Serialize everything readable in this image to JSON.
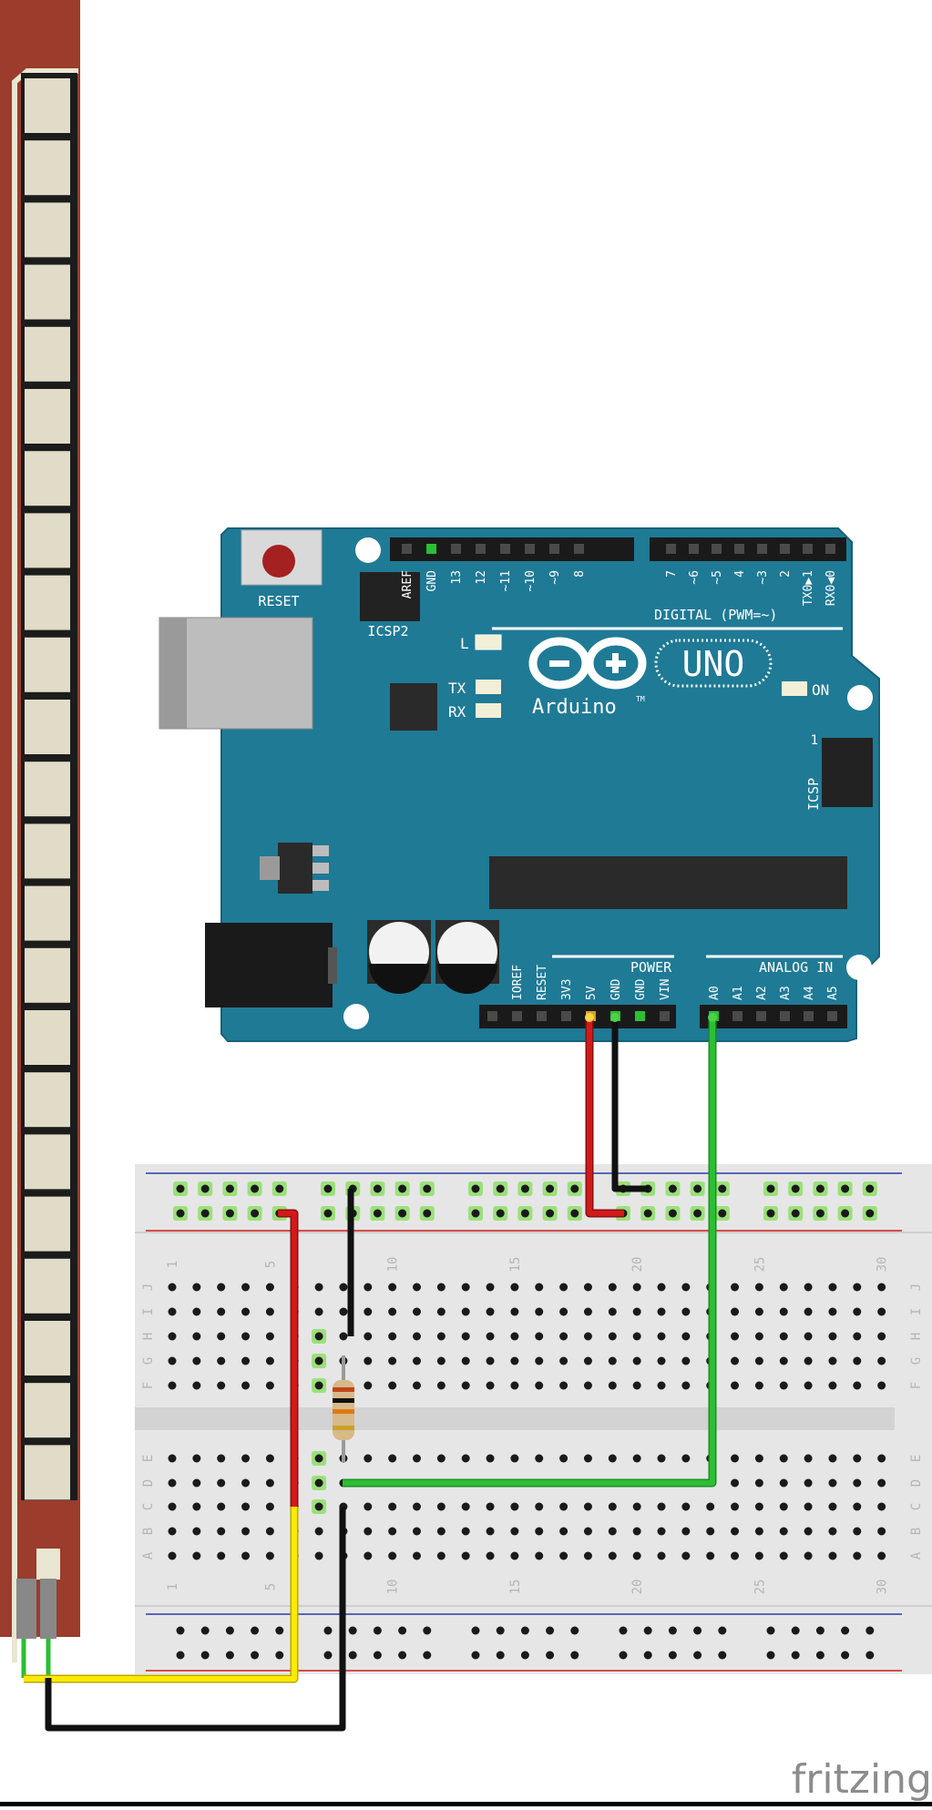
{
  "arduino": {
    "reset_label": "RESET",
    "icsp2_label": "ICSP2",
    "icsp_label": "ICSP",
    "icsp_pin1": "1",
    "logo_text": "Arduino",
    "tm": "TM",
    "model": "UNO",
    "led_l": "L",
    "led_tx": "TX",
    "led_rx": "RX",
    "led_on": "ON",
    "digital_label": "DIGITAL (PWM=~)",
    "power_label": "POWER",
    "analog_label": "ANALOG IN",
    "top_pins_left": [
      "AREF",
      "GND",
      "13",
      "12",
      "~11",
      "~10",
      "~9",
      "8"
    ],
    "top_pins_right": [
      "7",
      "~6",
      "~5",
      "4",
      "~3",
      "2",
      "TX0▶1",
      "RX0◀0"
    ],
    "power_pins": [
      "IOREF",
      "RESET",
      "3V3",
      "5V",
      "GND",
      "GND",
      "VIN"
    ],
    "analog_pins": [
      "A0",
      "A1",
      "A2",
      "A3",
      "A4",
      "A5"
    ]
  },
  "breadboard": {
    "column_numbers": [
      "1",
      "5",
      "10",
      "15",
      "20",
      "25",
      "30"
    ],
    "rows_top": [
      "J",
      "I",
      "H",
      "G",
      "F"
    ],
    "rows_bottom": [
      "E",
      "D",
      "C",
      "B",
      "A"
    ]
  },
  "colors": {
    "board": "#1f7a96",
    "board_dark": "#176078",
    "flex_sensor": "#9b3c2c",
    "wire_red": "#d11a1a",
    "wire_black": "#111111",
    "wire_green": "#2bbf32",
    "wire_yellow": "#ffea00"
  },
  "watermark": "fritzing"
}
